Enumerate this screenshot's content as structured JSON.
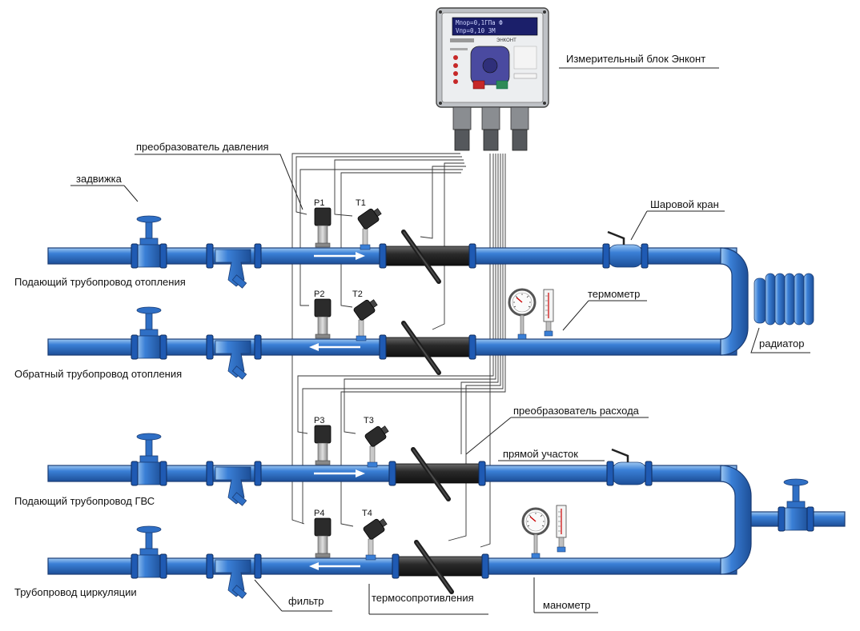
{
  "device": {
    "label": "Измерительный блок Энконт",
    "screen_line1": "Мпор=0,1ГПа Ф",
    "screen_line2": "Vпр=0,10 3М",
    "brand": "ЭНКОНТ"
  },
  "pipelines": {
    "heating_supply": "Подающий трубопровод отопления",
    "heating_return": "Обратный трубопровод отопления",
    "hw_supply": "Подающий трубопровод ГВС",
    "circulation": "Трубопровод циркуляции"
  },
  "callouts": {
    "pressure_transducer": "преобразователь давления",
    "gate_valve": "задвижка",
    "ball_valve": "Шаровой кран",
    "thermometer": "термометр",
    "radiator": "радиатор",
    "flow_transducer": "преобразователь расхода",
    "straight_section": "прямой участок",
    "filter": "фильтр",
    "thermoresistors": "термосопротивления",
    "manometer": "манометр"
  },
  "sensors": {
    "p1": "P1",
    "t1": "T1",
    "p2": "P2",
    "t2": "T2",
    "p3": "P3",
    "t3": "T3",
    "p4": "P4",
    "t4": "T4"
  },
  "colors": {
    "pipe": "#3a7fd6",
    "pipe_dark": "#1a3c74",
    "flowmeter": "#2a2a2a",
    "sensor": "#333333",
    "device_body": "#d8dadd",
    "device_panel": "#4a4aa0",
    "arrow": "#ffffff"
  }
}
